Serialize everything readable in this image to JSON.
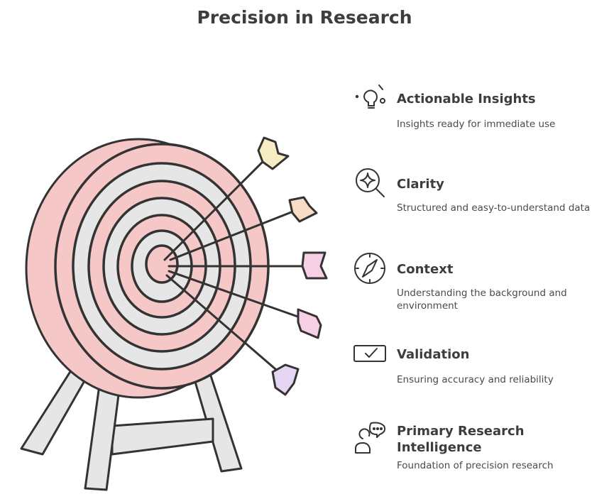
{
  "title": "Precision in Research",
  "items": [
    {
      "heading": "Actionable Insights",
      "description": "Insights ready for immediate use",
      "icon": "lightbulb-icon"
    },
    {
      "heading": "Clarity",
      "description": "Structured and easy-to-understand data",
      "icon": "magnifier-sparkle-icon"
    },
    {
      "heading": "Context",
      "description": "Understanding the background and environment",
      "icon": "compass-icon"
    },
    {
      "heading": "Validation",
      "description": "Ensuring accuracy and reliability",
      "icon": "checkbox-icon"
    },
    {
      "heading": "Primary Research Intelligence",
      "description": "Foundation of precision research",
      "icon": "person-thinking-icon"
    }
  ],
  "colors": {
    "target_red": "#f6c7c7",
    "target_gray": "#e6e6e6",
    "stroke": "#333333",
    "fletch_yellow": "#f8ecc2",
    "fletch_orange": "#f8dcc4",
    "fletch_pink": "#f6cfe4",
    "fletch_purple": "#e4d6f2"
  }
}
